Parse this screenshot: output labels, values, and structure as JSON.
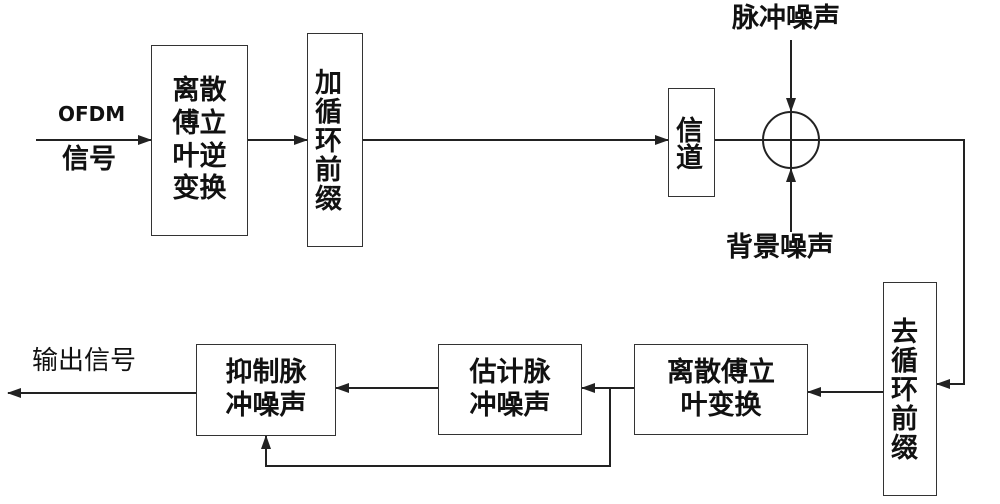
{
  "blocks": {
    "idft": "离散\n傅立\n叶逆\n变换",
    "add_cp": "加循环前缀",
    "channel": "信道",
    "remove_cp": "去循环前缀",
    "dft": "离散傅立\n叶变换",
    "estimate": "估计脉\n冲噪声",
    "suppress": "抑制脉\n冲噪声"
  },
  "labels": {
    "input_line1": "OFDM",
    "input_line2": "信号",
    "impulse_noise": "脉冲噪声",
    "background_noise": "背景噪声",
    "output": "输出信号"
  },
  "colors": {
    "line": "#222222",
    "border": "#333333",
    "text": "#111111"
  }
}
